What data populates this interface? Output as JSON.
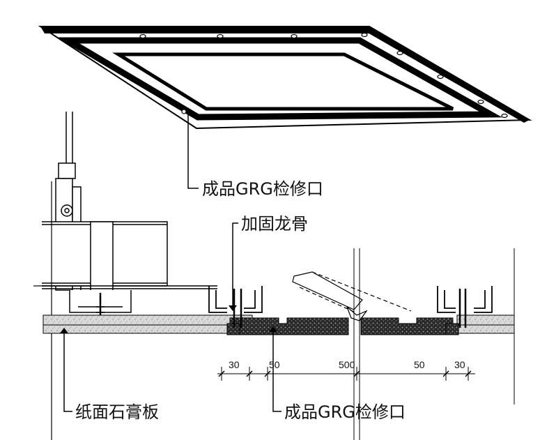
{
  "labels": {
    "access_panel_top": "成品GRG检修口",
    "reinforcing_keel": "加固龙骨",
    "gypsum_board": "纸面石膏板",
    "access_panel_bottom": "成品GRG检修口"
  },
  "dimensions": {
    "d1": "30",
    "d2": "50",
    "d3": "500",
    "d4": "50",
    "d5": "30"
  }
}
